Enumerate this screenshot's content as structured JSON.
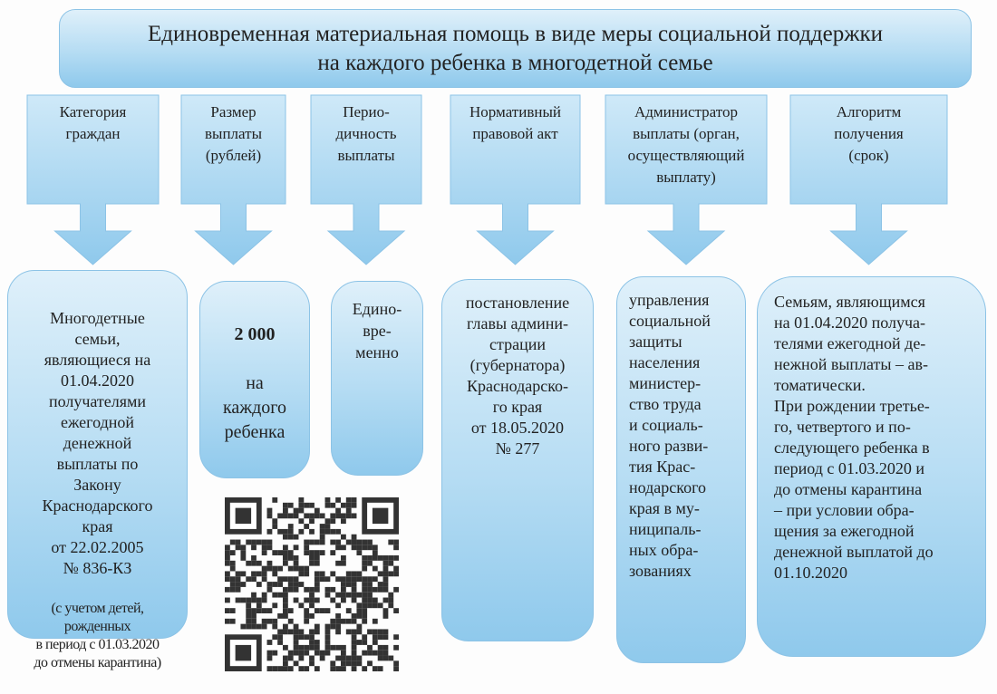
{
  "title": "Единовременная материальная помощь в виде меры социальной поддержки\nна каждого ребенка в многодетной семье",
  "columns": [
    {
      "header": "Категория\nграждан",
      "content": "Многодетные\nсемьи,\nявляющиеся на\n01.04.2020\nполучателями\nежегодной\nденежной\nвыплаты по\nЗакону\nКраснодарского\nкрая\nот 22.02.2005\n№ 836-КЗ",
      "note": "(с учетом детей,\nрожденных\nв период с 01.03.2020\nдо отмены карантина)"
    },
    {
      "header": "Размер\nвыплаты\n(рублей)",
      "amount": "2 000",
      "content": "на\nкаждого\nребенка"
    },
    {
      "header": "Перио-\nдичность\nвыплаты",
      "content": "Едино-\nвре-\nменно"
    },
    {
      "header": "Нормативный\nправовой акт",
      "content": "постановление\nглавы админи-\nстрации\n(губернатора)\nКраснодарско-\nго края\nот 18.05.2020\n№ 277"
    },
    {
      "header": "Администратор\nвыплаты (орган,\nосуществляющий\nвыплату)",
      "content": "управления\nсоциальной\nзащиты\nнаселения\nминистер-\nство труда\nи социаль-\nного разви-\nтия Крас-\nнодарского\nкрая в му-\nниципаль-\nных обра-\nзованиях"
    },
    {
      "header": "Алгоритм\nполучения\n(срок)",
      "content": "Семьям, являющимся\nна 01.04.2020 получа-\nтелями ежегодной де-\nнежной выплаты – ав-\nтоматически.\nПри рождении третье-\nго, четвертого и по-\nследующего ребенка в\nпериод с 01.03.2020 и\nдо отмены карантина\n– при условии обра-\nщения за ежегодной\nденежной выплатой до\n01.10.2020"
    }
  ],
  "colors": {
    "box_top": "#dff0fa",
    "box_bottom": "#8fc9ec",
    "border": "#8cc3e6"
  }
}
